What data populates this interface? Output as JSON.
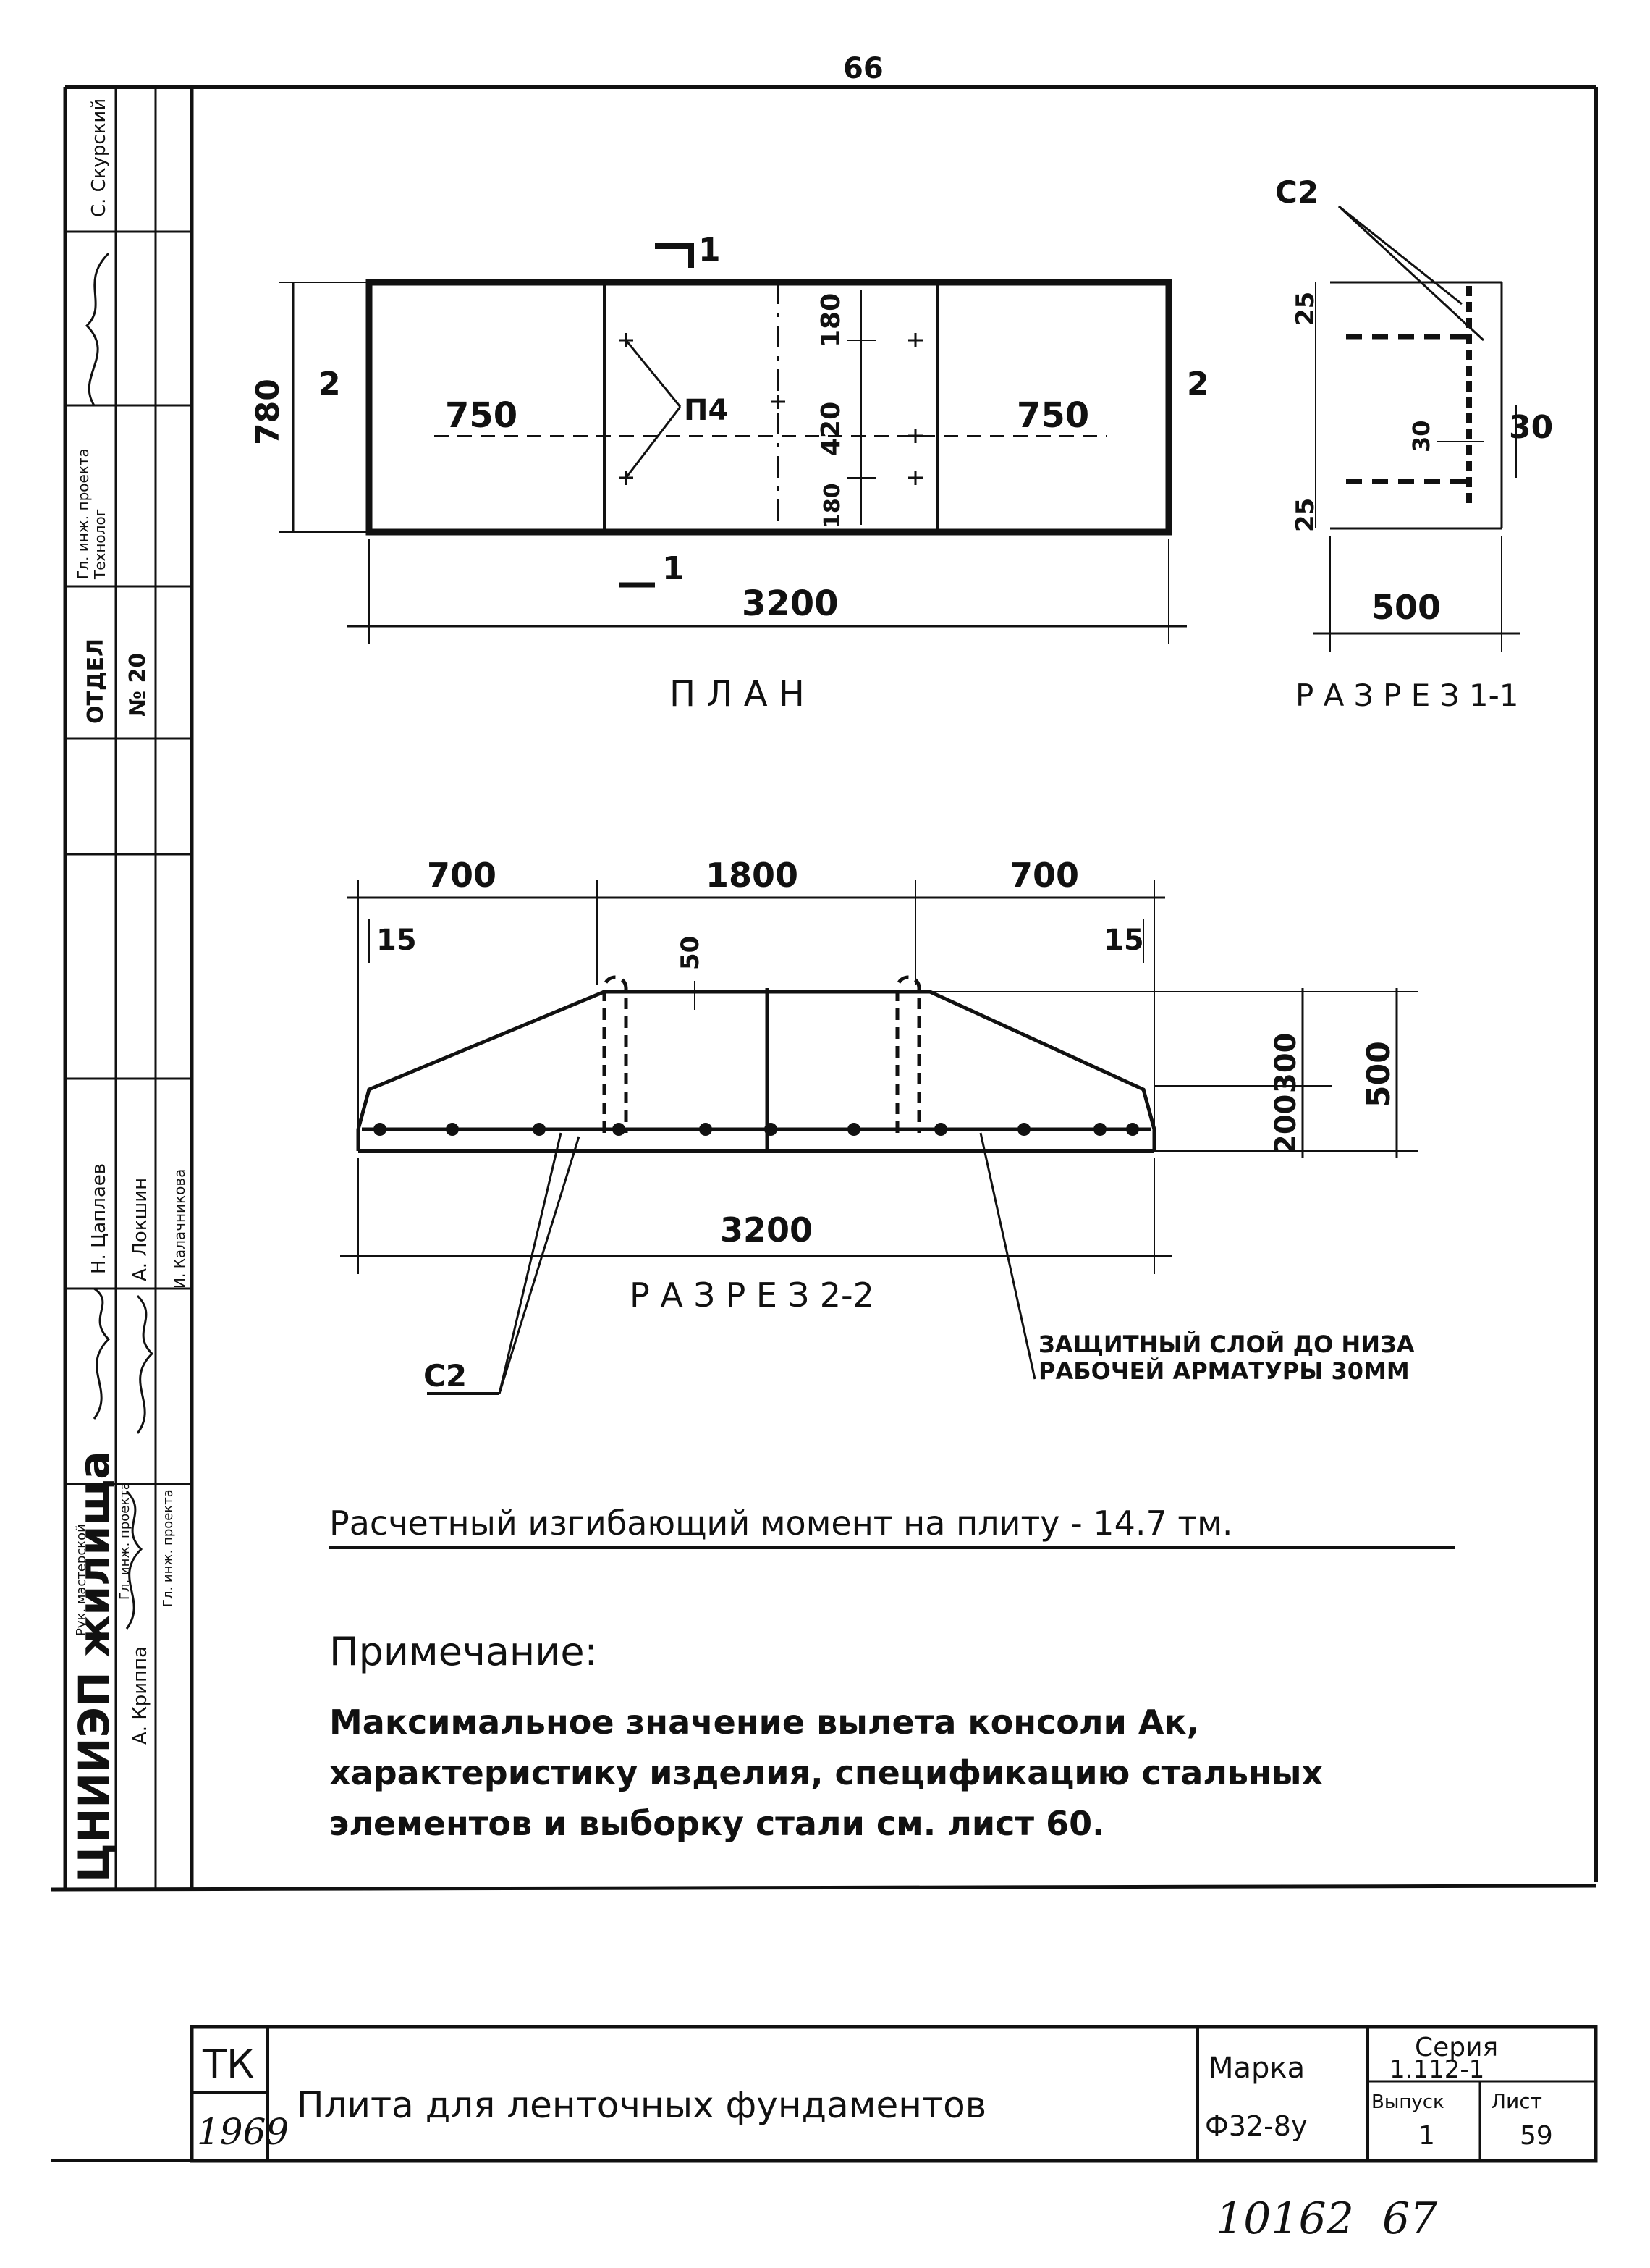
{
  "page_number_top": "66",
  "archive_number": "10162",
  "archive_page": "67",
  "plan": {
    "title": "П Л А Н",
    "section_mark_top": "1",
    "section_mark_bottom": "1",
    "mark_left": "2",
    "mark_right": "2",
    "dim_width": "780",
    "dim_left": "750",
    "dim_right": "750",
    "dim_top": "180",
    "dim_mid": "420",
    "dim_bot": "180",
    "loops_label": "П4",
    "dim_total": "3200"
  },
  "section11": {
    "title": "Р А З Р Е З 1-1",
    "label": "С2",
    "dim_top": "25",
    "dim_bot": "25",
    "dim_inner": "30",
    "dim_side": "30",
    "dim_width": "500"
  },
  "section22": {
    "title": "Р А З Р Е З 2-2",
    "dim_left": "700",
    "dim_mid": "1800",
    "dim_right": "700",
    "dim_edge_left": "15",
    "dim_edge_right": "15",
    "dim_loop": "50",
    "dim_top": "300",
    "dim_bottom": "200",
    "dim_height": "500",
    "dim_total": "3200",
    "label": "С2",
    "note_line1": "ЗАЩИТНЫЙ СЛОЙ ДО НИЗА",
    "note_line2": "РАБОЧЕЙ АРМАТУРЫ 30ММ"
  },
  "moment_text": "Расчетный изгибающий момент на плиту - 14.7 тм.",
  "note": {
    "heading": "Примечание:",
    "line1": "Максимальное значение вылета консоли Ак,",
    "line2": "характеристику изделия, спецификацию стальных",
    "line3": "элементов и выборку стали см. лист 60."
  },
  "side_stamp": {
    "org": "ЦНИИЭП жилища",
    "col1": [
      "Рук. мастерской",
      "Гл. инж. проекта",
      "Гл. инж. проекта"
    ],
    "col2": [
      "Гл. инж. проекта",
      "Технолог"
    ],
    "dept_label": "ОТДЕЛ",
    "dept_no": "№ 20",
    "names": [
      "С. Скурский",
      "Н. Цаплаев",
      "А. Локшин",
      "И. Калачникова",
      "А. Криппа"
    ]
  },
  "title_block": {
    "tk": "ТК",
    "year": "1969",
    "title": "Плита для ленточных фундаментов",
    "marka_label": "Марка",
    "marka": "Ф32-8у",
    "seria_label": "Серия",
    "seria": "1.112-1",
    "vypusk_label": "Выпуск",
    "vypusk": "1",
    "list_label": "Лист",
    "list": "59"
  }
}
